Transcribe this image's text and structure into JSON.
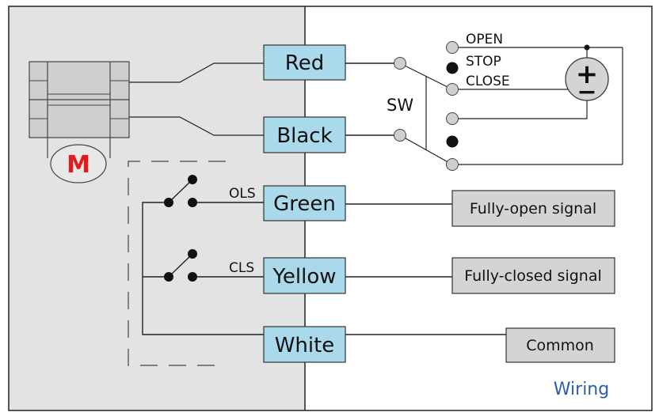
{
  "colors": {
    "left_panel": "#e3e3e3",
    "terminal_fill": "#a9d9ea",
    "signal_fill": "#d4d4d4",
    "motor_label": "#e31b1b",
    "wiring_label": "#2b5ea8"
  },
  "motor": {
    "label": "M"
  },
  "terminals": [
    {
      "key": "red",
      "label": "Red"
    },
    {
      "key": "black",
      "label": "Black"
    },
    {
      "key": "green",
      "label": "Green"
    },
    {
      "key": "yellow",
      "label": "Yellow"
    },
    {
      "key": "white",
      "label": "White"
    }
  ],
  "limit_switches": {
    "open": "OLS",
    "closed": "CLS"
  },
  "selector": {
    "label": "SW",
    "positions": [
      "OPEN",
      "STOP",
      "CLOSE"
    ]
  },
  "power_source": {
    "plus": "+",
    "minus": "−"
  },
  "signals": {
    "fully_open": "Fully-open signal",
    "fully_closed": "Fully-closed signal",
    "common": "Common"
  },
  "footer": {
    "label": "Wiring"
  }
}
